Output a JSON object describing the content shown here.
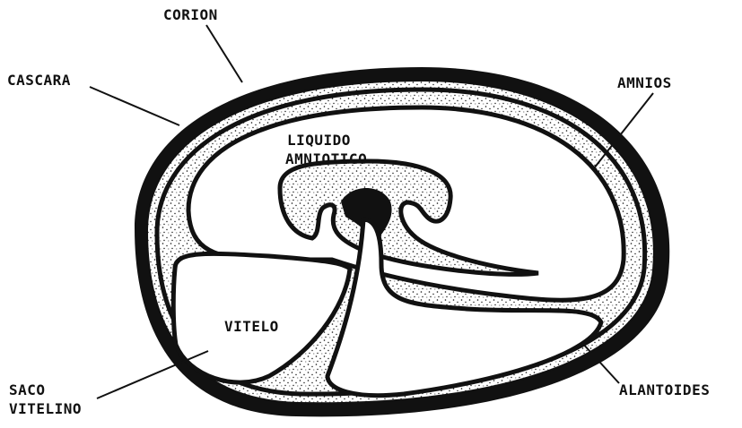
{
  "labels": {
    "corion": "CORION",
    "cascara": "CASCARA",
    "amnios": "AMNIOS",
    "liquido_amniotico_line1": "LIQUIDO",
    "liquido_amniotico_line2": "AMNIOTICO",
    "vitelo": "VITELO",
    "saco_vitelino_line1": "SACO",
    "saco_vitelino_line2": "VITELINO",
    "alantoides": "ALANTOIDES"
  },
  "colors": {
    "ink": "#111111",
    "background": "#ffffff"
  }
}
